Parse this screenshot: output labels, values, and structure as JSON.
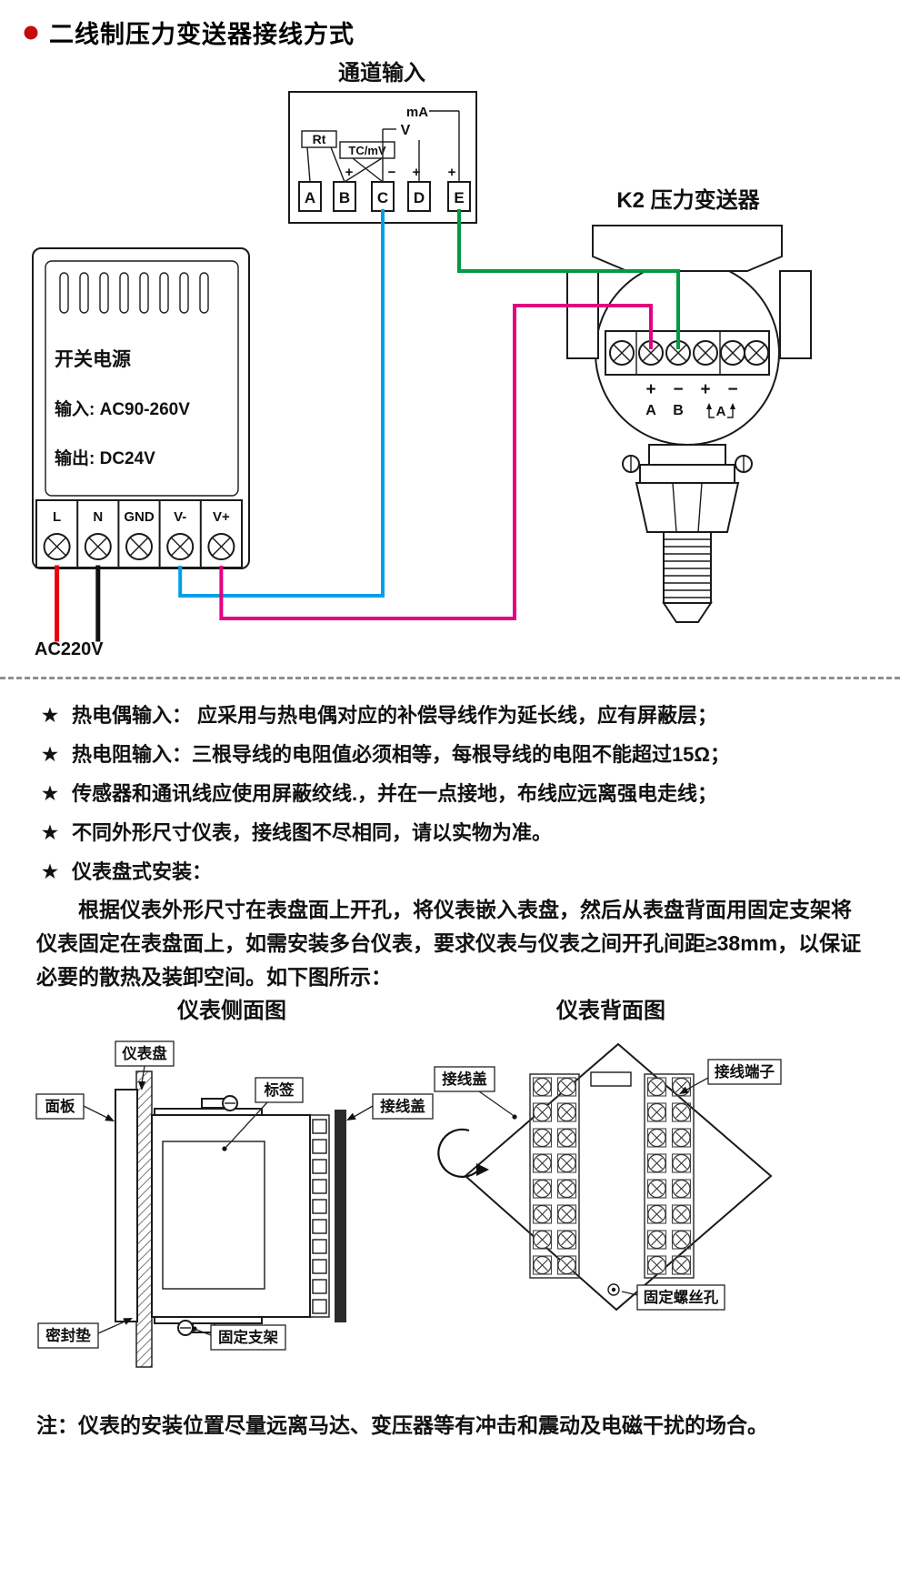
{
  "page": {
    "title": "二线制压力变送器接线方式",
    "accent": "#c30d0d"
  },
  "wiring": {
    "channel": {
      "title": "通道输入",
      "terminals": [
        "A",
        "B",
        "C",
        "D",
        "E"
      ],
      "rt": "Rt",
      "tcmv": "TC/mV",
      "v": "V",
      "ma": "mA"
    },
    "plus": "+",
    "minus": "−",
    "transmitter": {
      "title": "K2  压力变送器",
      "label_a": "A",
      "label_b": "B",
      "label_a2": "A"
    },
    "psu": {
      "name": "开关电源",
      "input": "输入: AC90-260V",
      "output": "输出: DC24V",
      "terminals": [
        "L",
        "N",
        "GND",
        "V-",
        "V+"
      ],
      "mains": "AC220V"
    },
    "colors": {
      "red": "#e60012",
      "black": "#111111",
      "blue": "#00a0e9",
      "magenta": "#e4007f",
      "green": "#009a44"
    }
  },
  "notes": {
    "star": "★",
    "bullets": [
      "热电偶输入： 应采用与热电偶对应的补偿导线作为延长线，应有屏蔽层；",
      "热电阻输入：三根导线的电阻值必须相等，每根导线的电阻不能超过15Ω；",
      "传感器和通讯线应使用屏蔽绞线.，并在一点接地，布线应远离强电走线；",
      "不同外形尺寸仪表，接线图不尽相同，请以实物为准。",
      "仪表盘式安装："
    ],
    "paragraph": "根据仪表外形尺寸在表盘面上开孔，将仪表嵌入表盘，然后从表盘背面用固定支架将仪表固定在表盘面上，如需安装多台仪表，要求仪表与仪表之间开孔间距≥38mm，以保证必要的散热及装卸空间。如下图所示：",
    "footnote": "注：仪表的安装位置尽量远离马达、变压器等有冲击和震动及电磁干扰的场合。"
  },
  "side_view": {
    "title": "仪表侧面图",
    "labels": {
      "panel_board": "仪表盘",
      "front_panel": "面板",
      "tag": "标签",
      "wire_cover": "接线盖",
      "gasket": "密封垫",
      "bracket": "固定支架"
    }
  },
  "back_view": {
    "title": "仪表背面图",
    "labels": {
      "wire_cover": "接线盖",
      "terminal_block": "接线端子",
      "screw_hole": "固定螺丝孔"
    }
  }
}
